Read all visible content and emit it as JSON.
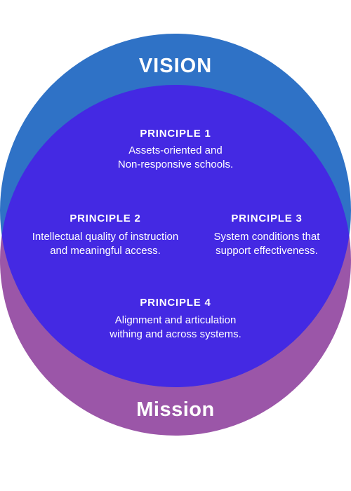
{
  "diagram": {
    "vision": {
      "label": "VISION",
      "color": "#2f72c6"
    },
    "mission": {
      "label": "Mission",
      "color": "#9b56a8"
    },
    "overlap_color": "#4429e3",
    "text_color": "#ffffff",
    "principles": [
      {
        "title": "PRINCIPLE 1",
        "lines": [
          "Assets-oriented and",
          "Non-responsive schools."
        ]
      },
      {
        "title": "PRINCIPLE 2",
        "lines": [
          "Intellectual quality of instruction",
          "and meaningful access."
        ]
      },
      {
        "title": "PRINCIPLE 3",
        "lines": [
          "System conditions that",
          "support effectiveness."
        ]
      },
      {
        "title": "PRINCIPLE 4",
        "lines": [
          "Alignment and articulation",
          "withing and across systems."
        ]
      }
    ]
  }
}
